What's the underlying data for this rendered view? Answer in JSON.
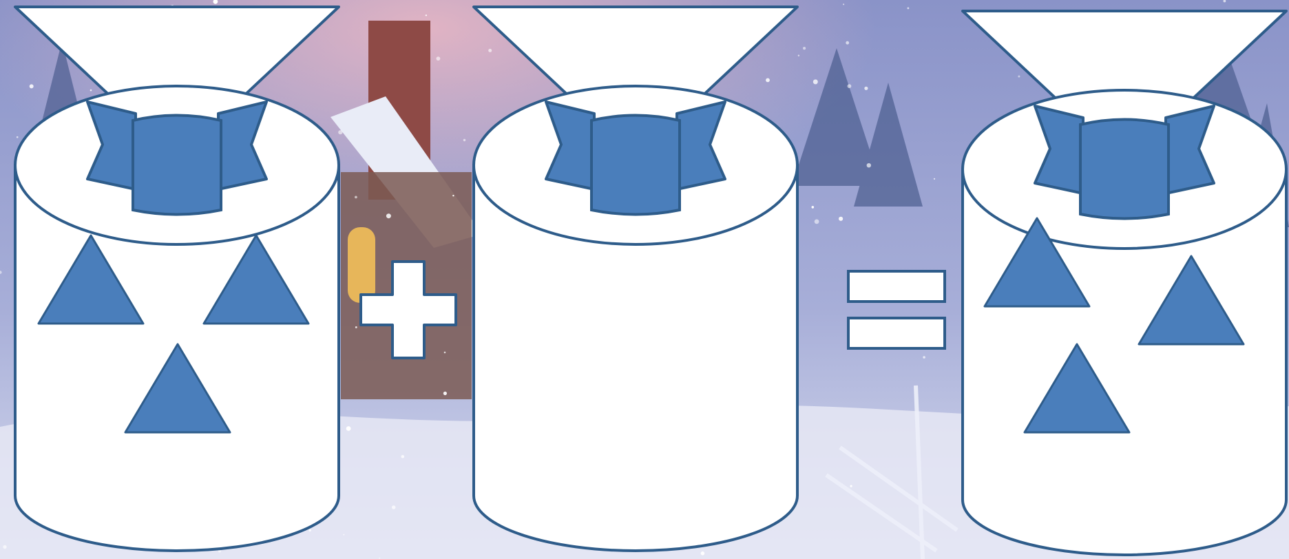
{
  "puzzle": {
    "type": "sack-addition",
    "operators": [
      "+",
      "="
    ],
    "sacks": [
      {
        "role": "addend-1",
        "shape": "triangle",
        "count": 3
      },
      {
        "role": "addend-2",
        "shape": "triangle",
        "count": 0
      },
      {
        "role": "sum",
        "shape": "triangle",
        "count": 3
      }
    ]
  },
  "colors": {
    "sack_fill": "#ffffff",
    "outline": "#2e5c8a",
    "accent": "#4a7ebb",
    "background_top": "#8a93c8",
    "background_bottom": "#d8dcef"
  },
  "icons": {
    "plus": "plus-sign-icon",
    "equals": "equals-sign-icon",
    "sack": "sack-icon",
    "item": "triangle-icon"
  }
}
